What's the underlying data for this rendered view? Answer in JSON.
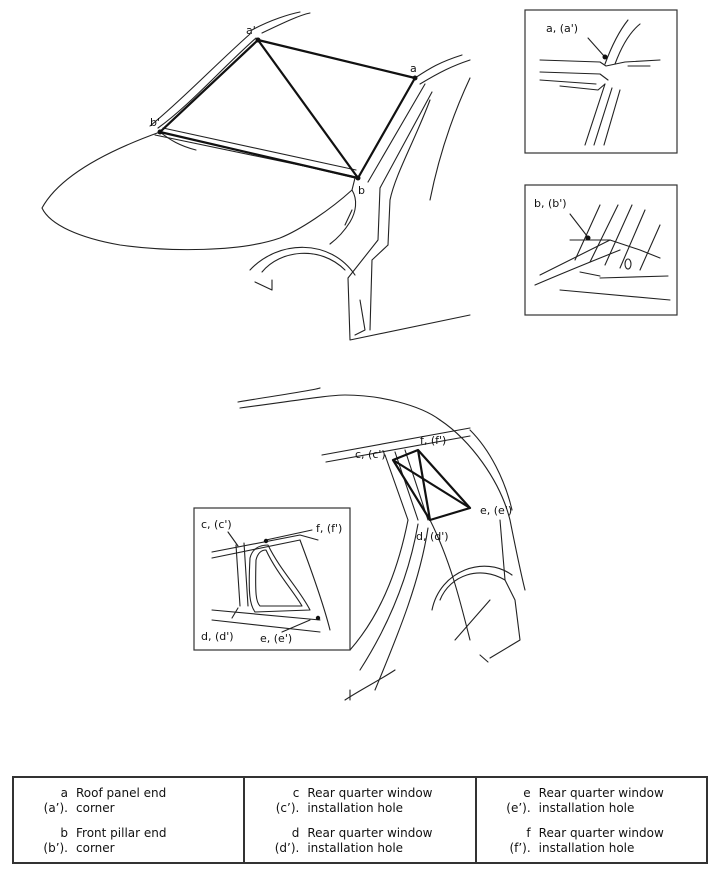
{
  "labels": {
    "a": "a",
    "a_prime": "a'",
    "b": "b",
    "b_prime": "b'",
    "inset_a": "a, (a')",
    "inset_b": "b, (b')",
    "c": "c, (c')",
    "d": "d, (d')",
    "e": "e, (e')",
    "f": "f, (f')",
    "inset_c": "c, (c')",
    "inset_d": "d, (d')",
    "inset_e": "e, (e')",
    "inset_f": "f, (f')"
  },
  "legend": {
    "a": {
      "key": "a\n(a’).",
      "text": "Roof panel end\ncorner"
    },
    "b": {
      "key": "b\n(b’).",
      "text": "Front pillar end\ncorner"
    },
    "c": {
      "key": "c\n(c’).",
      "text": "Rear quarter window\ninstallation hole"
    },
    "d": {
      "key": "d\n(d’).",
      "text": "Rear quarter window\ninstallation hole"
    },
    "e": {
      "key": "e\n(e’).",
      "text": "Rear quarter window\ninstallation hole"
    },
    "f": {
      "key": "f\n(f’).",
      "text": "Rear quarter window\ninstallation hole"
    }
  }
}
